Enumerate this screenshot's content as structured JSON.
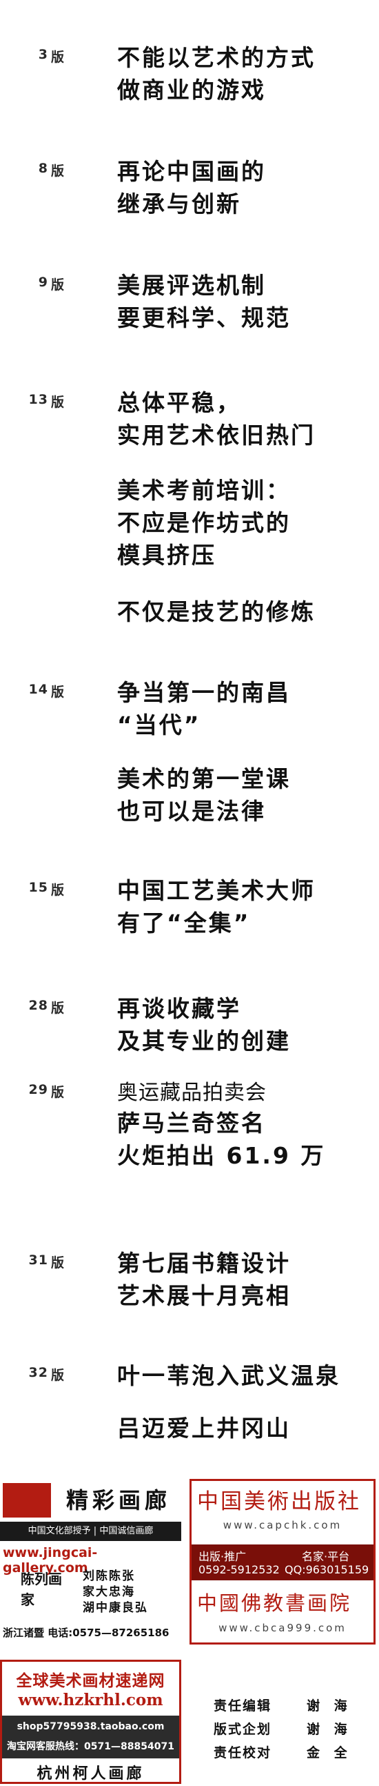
{
  "toc": [
    {
      "page": "3",
      "unit": "版",
      "headlines": [
        "不能以艺术的方式\n做商业的游戏"
      ]
    },
    {
      "page": "8",
      "unit": "版",
      "headlines": [
        "再论中国画的\n继承与创新"
      ]
    },
    {
      "page": "9",
      "unit": "版",
      "headlines": [
        "美展评选机制\n要更科学、规范"
      ]
    },
    {
      "page": "13",
      "unit": "版",
      "headlines": [
        "总体平稳，\n实用艺术依旧热门",
        "美术考前培训：\n不应是作坊式的\n模具挤压",
        "不仅是技艺的修炼"
      ]
    },
    {
      "page": "14",
      "unit": "版",
      "headlines": [
        "争当第一的南昌\n“当代”",
        "美术的第一堂课\n也可以是法律"
      ]
    },
    {
      "page": "15",
      "unit": "版",
      "headlines": [
        "中国工艺美术大师\n有了“全集”"
      ]
    },
    {
      "page": "28",
      "unit": "版",
      "headlines": [
        "再谈收藏学\n及其专业的创建"
      ]
    },
    {
      "page": "29",
      "unit": "版",
      "kicker": "奥运藏品拍卖会",
      "headlines": [
        "萨马兰奇签名\n火炬拍出 61.9 万"
      ]
    },
    {
      "page": "31",
      "unit": "版",
      "headlines": [
        "第七届书籍设计\n艺术展十月亮相"
      ]
    },
    {
      "page": "32",
      "unit": "版",
      "headlines": [
        "叶一苇泡入武义温泉",
        "吕迈爱上井冈山"
      ]
    }
  ],
  "ads": {
    "jingcai": {
      "title": "精彩画廊",
      "subtitle": "中国文化部授予 | 中国诚信画廊",
      "url": "www.jingcai-gallery.com",
      "label": "陈列画家",
      "names": "刘陈陈张\n家大忠海\n湖中康良弘",
      "contact": "浙江诸暨  电话:0575—87265186"
    },
    "capchk": {
      "title": "中国美術出版社",
      "url": "www.capchk.com",
      "row1_left": "出版·推广",
      "row1_right": "名家·平台",
      "row2_left": "0592-5912532",
      "row2_right": "QQ:963015159",
      "name": "中國佛教書画院",
      "url2": "www.cbca999.com"
    },
    "kehren": {
      "title": "全球美术画材速递网",
      "url": "www.hzkrhl.com",
      "shop": "shop57795938.taobao.com",
      "hotline": "淘宝网客服热线：0571—88854071",
      "name": "杭州柯人画廊"
    }
  },
  "credits": [
    {
      "role": "责任编辑",
      "name": "谢 海"
    },
    {
      "role": "版式企划",
      "name": "谢 海"
    },
    {
      "role": "责任校对",
      "name": "金 全"
    }
  ]
}
